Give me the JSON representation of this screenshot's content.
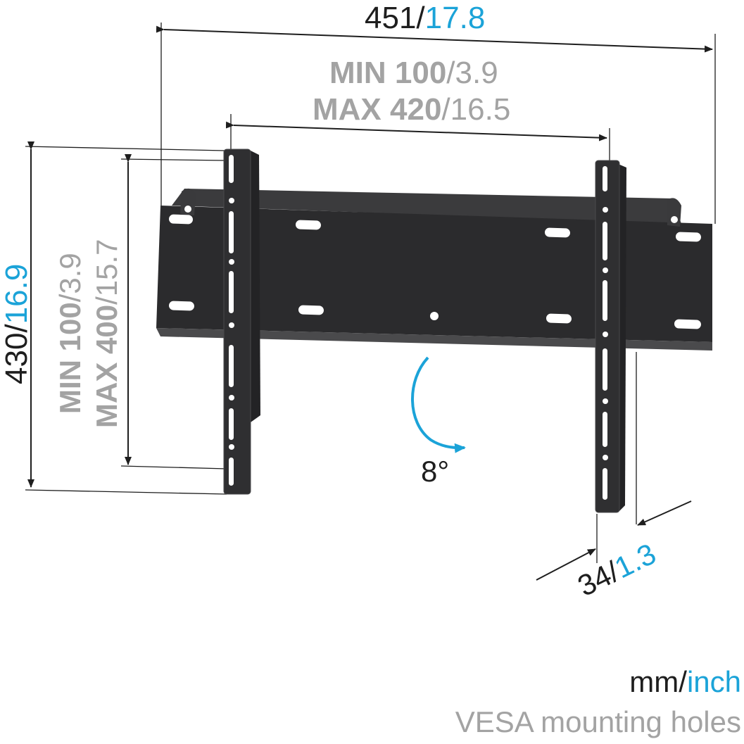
{
  "dimensions": {
    "overall_width": {
      "mm": "451",
      "sep": "/",
      "inch": "17.8"
    },
    "vesa_horizontal": {
      "min_label": "MIN 100",
      "min_inch": "/3.9",
      "max_label": "MAX 420",
      "max_inch": "/16.5"
    },
    "overall_height": {
      "mm": "430",
      "sep": "/",
      "inch": "16.9"
    },
    "vesa_vertical": {
      "min_label": "MIN 100",
      "min_inch": "/3.9",
      "max_label": "MAX 400",
      "max_inch": "/15.7"
    },
    "depth": {
      "mm": "34",
      "sep": "/",
      "inch": "1.3"
    },
    "tilt": {
      "angle": "8°"
    }
  },
  "legend": {
    "mm": "mm",
    "sep": "/",
    "inch": "inch",
    "vesa_note": "VESA mounting holes"
  },
  "colors": {
    "metal": "#2b2b2d",
    "metal_edge": "#4a4a4c",
    "dimension_dark": "#1e1e1e",
    "dimension_gray": "#a3a3a3",
    "accent_blue": "#1ba3d8"
  }
}
